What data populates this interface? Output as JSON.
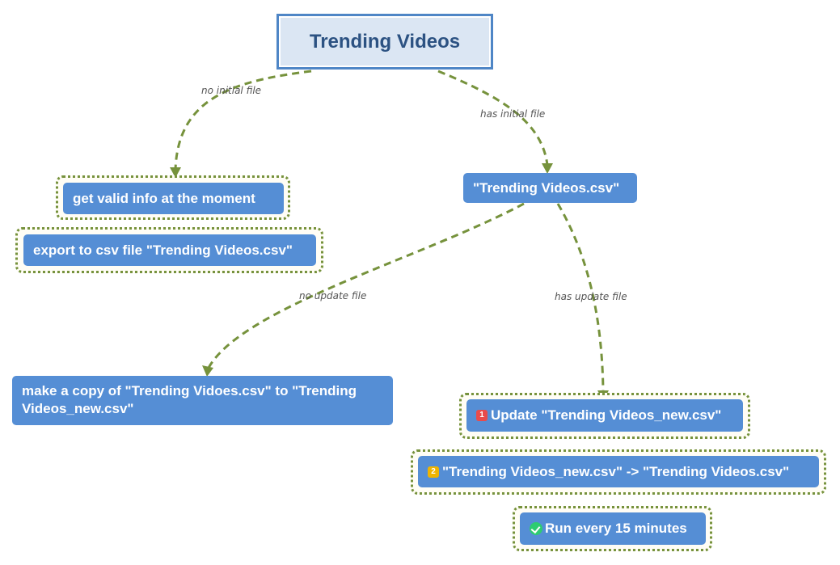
{
  "diagram": {
    "root": {
      "title": "Trending Videos"
    },
    "edges": {
      "no_initial": "no initial file",
      "has_initial": "has initial file",
      "no_update": "no update file",
      "has_update": "has update file"
    },
    "nodes": {
      "get_info": "get valid info at the moment",
      "export_csv": "export to csv file \"Trending Videos.csv\"",
      "csv_file": "\"Trending Videos.csv\"",
      "make_copy": "make a copy of \"Trending Vidoes.csv\" to \"Trending Videos_new.csv\"",
      "update": "Update \"Trending Videos_new.csv\"",
      "rename": "\"Trending Videos_new.csv\" -> \"Trending Videos.csv\"",
      "run": "Run every 15 minutes"
    },
    "markers": {
      "update": {
        "label": "1",
        "color": "#e94b4b",
        "icon": "priority-1-icon"
      },
      "rename": {
        "label": "2",
        "color": "#f0b400",
        "icon": "priority-2-icon"
      },
      "run": {
        "icon": "done-check-icon",
        "color": "#2ecc71"
      }
    },
    "colors": {
      "node_fill": "#558ed5",
      "root_border": "#4f86c6",
      "root_fill": "#dbe6f3",
      "connector": "#76923c"
    }
  }
}
